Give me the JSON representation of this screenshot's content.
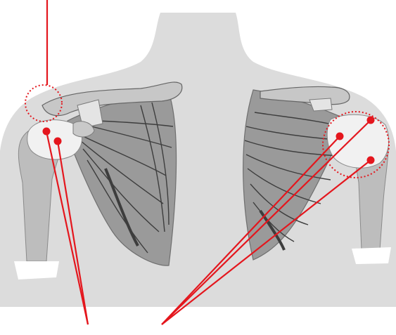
{
  "figure": {
    "subject": "shoulder-anatomy-back-view",
    "colors": {
      "body": "#dcdcdc",
      "bone_light": "#eeeeee",
      "bone_mid": "#b9b9b9",
      "bone_dark": "#7d7d7d",
      "muscle_fibers": "#444444",
      "marker": "#e4161d",
      "highlight_circle": "#e4161d",
      "floor_shadow": "#ffffff"
    },
    "markers": {
      "left_shoulder_count": 2,
      "right_shoulder_count": 3,
      "highlight_circles": 2
    }
  }
}
